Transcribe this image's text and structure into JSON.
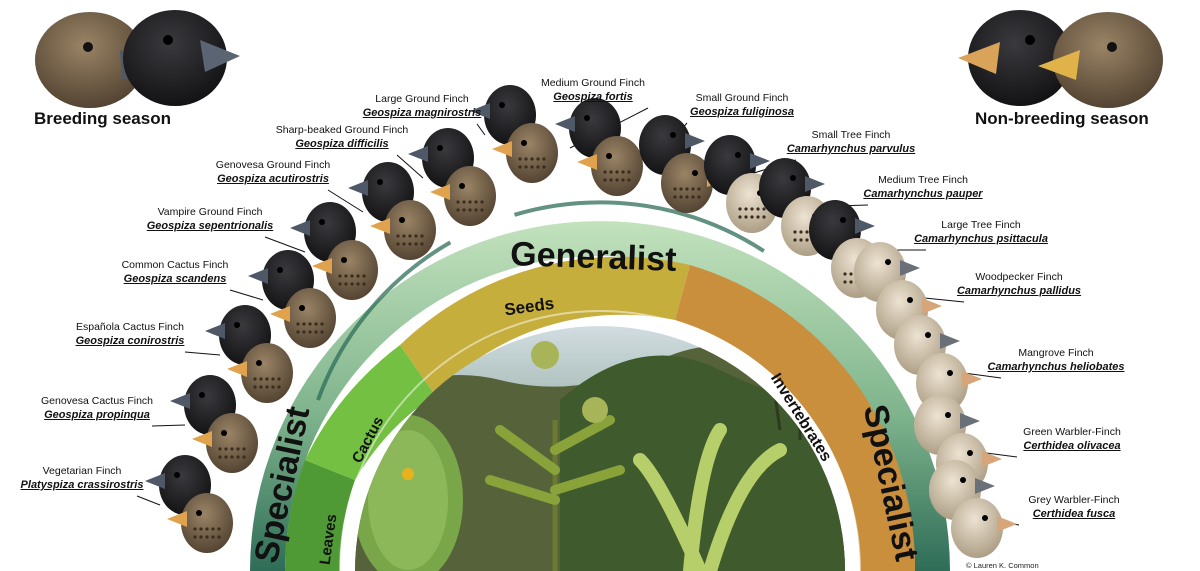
{
  "seasons": {
    "breeding": "Breeding season",
    "non_breeding": "Non-breeding season"
  },
  "arc_labels": {
    "generalist": "Generalist",
    "specialist_left": "Specialist",
    "specialist_right": "Specialist",
    "seeds": "Seeds",
    "invertebrates": "Invertebrates",
    "cactus": "Cactus",
    "leaves": "Leaves"
  },
  "colors": {
    "outer_band_top": "#b9dcb4",
    "outer_band_bottom": "#3f7a62",
    "seeds": "#c7ae3c",
    "invertebrates": "#c98f3c",
    "cactus": "#6fbe3c",
    "leaves": "#4f9a35",
    "male_bird": "#1c1c1e",
    "female_bird": "#6d5a43"
  },
  "finches": [
    {
      "common": "Vegetarian Finch",
      "scientific": "Platyspiza crassirostris"
    },
    {
      "common": "Genovesa Cactus Finch",
      "scientific": "Geospiza propinqua"
    },
    {
      "common": "Española Cactus Finch",
      "scientific": "Geospiza conirostris"
    },
    {
      "common": "Common Cactus Finch",
      "scientific": "Geospiza scandens"
    },
    {
      "common": "Vampire Ground Finch",
      "scientific": "Geospiza sepentrionalis"
    },
    {
      "common": "Genovesa Ground Finch",
      "scientific": "Geospiza acutirostris"
    },
    {
      "common": "Sharp-beaked Ground Finch",
      "scientific": "Geospiza difficilis"
    },
    {
      "common": "Large Ground Finch",
      "scientific": "Geospiza magnirostris"
    },
    {
      "common": "Medium Ground Finch",
      "scientific": "Geospiza fortis"
    },
    {
      "common": "Small Ground Finch",
      "scientific": "Geospiza fuliginosa"
    },
    {
      "common": "Small Tree Finch",
      "scientific": "Camarhynchus parvulus"
    },
    {
      "common": "Medium Tree Finch",
      "scientific": "Camarhynchus pauper"
    },
    {
      "common": "Large Tree Finch",
      "scientific": "Camarhynchus psittacula"
    },
    {
      "common": "Woodpecker Finch",
      "scientific": "Camarhynchus pallidus"
    },
    {
      "common": "Mangrove Finch",
      "scientific": "Camarhynchus heliobates"
    },
    {
      "common": "Green Warbler-Finch",
      "scientific": "Certhidea olivacea"
    },
    {
      "common": "Grey Warbler-Finch",
      "scientific": "Certhidea fusca"
    }
  ],
  "credit": "© Lauren K. Common"
}
